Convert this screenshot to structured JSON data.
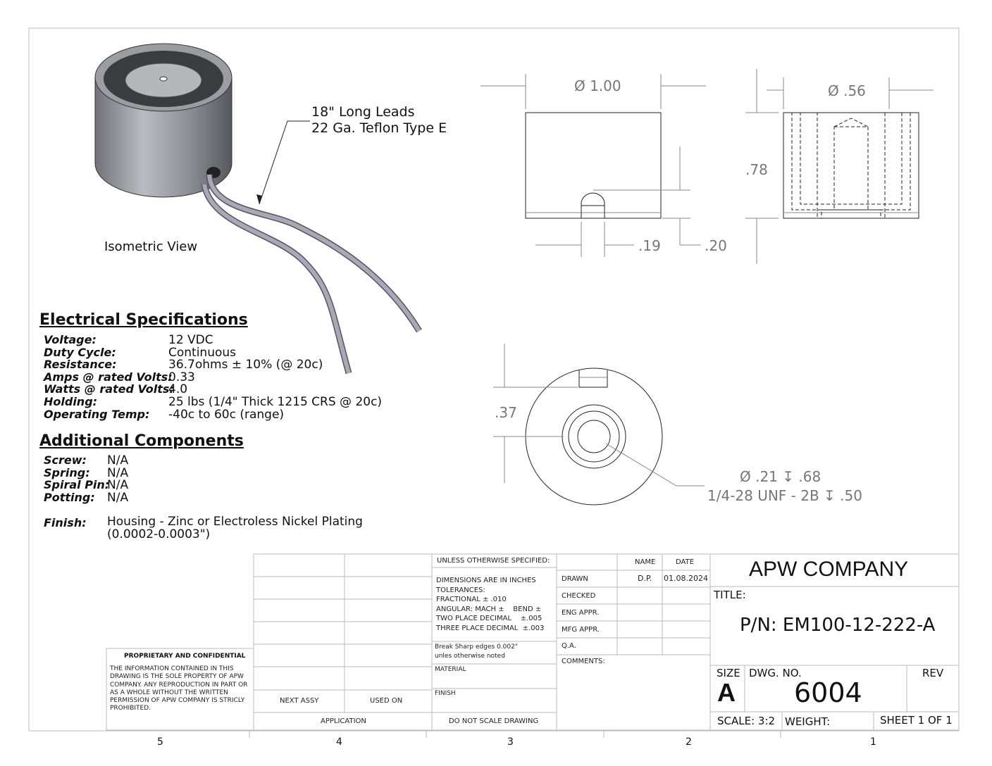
{
  "isometric": {
    "label": "Isometric View",
    "lead_note_1": "18\" Long Leads",
    "lead_note_2": "22 Ga. Teflon Type E"
  },
  "dimensions": {
    "diameter_outer": "Ø 1.00",
    "diameter_inner": "Ø .56",
    "height": ".78",
    "slot_width": ".19",
    "slot_height": ".20",
    "slot_depth": ".37",
    "hole_note_1": "Ø  .21 ↧ .68",
    "hole_note_2": "1/4-28 UNF - 2B ↧ .50"
  },
  "electrical": {
    "heading": "Electrical Specifications",
    "rows": [
      {
        "label": "Voltage:",
        "value": "12 VDC"
      },
      {
        "label": "Duty Cycle:",
        "value": "Continuous"
      },
      {
        "label": "Resistance:",
        "value": "36.7ohms ± 10% (@ 20c)"
      },
      {
        "label": "Amps @ rated Volts:",
        "value": "0.33"
      },
      {
        "label": "Watts @ rated Volts:",
        "value": "4.0"
      },
      {
        "label": "Holding:",
        "value": "25 lbs (1/4\" Thick 1215 CRS @ 20c)"
      },
      {
        "label": "Operating Temp:",
        "value": "-40c to 60c (range)"
      }
    ]
  },
  "additional": {
    "heading": "Additional Components",
    "rows": [
      {
        "label": "Screw:",
        "value": "N/A"
      },
      {
        "label": "Spring:",
        "value": "N/A"
      },
      {
        "label": "Spiral Pin:",
        "value": "N/A"
      },
      {
        "label": "Potting:",
        "value": "N/A"
      }
    ],
    "finish_label": "Finish:",
    "finish_1": "Housing - Zinc or Electroless Nickel Plating",
    "finish_2": "(0.0002-0.0003\")"
  },
  "title_block": {
    "proprietary_title": "PROPRIETARY AND CONFIDENTIAL",
    "proprietary_text": "THE INFORMATION CONTAINED IN THIS DRAWING IS THE SOLE PROPERTY OF APW COMPANY.  ANY REPRODUCTION IN PART OR AS A WHOLE WITHOUT THE WRITTEN PERMISSION OF APW COMPANY IS STRICLY PROHIBITED.",
    "next_assy": "NEXT ASSY",
    "used_on": "USED ON",
    "application": "APPLICATION",
    "unless": "UNLESS OTHERWISE SPECIFIED:",
    "tolerances": [
      "DIMENSIONS ARE IN INCHES",
      "TOLERANCES:",
      "FRACTIONAL ± .010",
      "ANGULAR: MACH ±    BEND ±",
      "TWO PLACE DECIMAL    ±.005",
      "THREE PLACE DECIMAL  ±.003"
    ],
    "break_edges": [
      "Break Sharp edges 0.002\"",
      "unles otherwise noted"
    ],
    "material": "MATERIAL",
    "finish": "FINISH",
    "do_not_scale": "DO NOT SCALE DRAWING",
    "name_hdr": "NAME",
    "date_hdr": "DATE",
    "drawn": "DRAWN",
    "drawn_name": "D.P.",
    "drawn_date": "01.08.2024",
    "checked": "CHECKED",
    "eng_appr": "ENG APPR.",
    "mfg_appr": "MFG APPR.",
    "qa": "Q.A.",
    "comments": "COMMENTS:",
    "company": "APW COMPANY",
    "title_label": "TITLE:",
    "part_number": "P/N: EM100-12-222-A",
    "size_label": "SIZE",
    "size": "A",
    "dwg_no_label": "DWG.  NO.",
    "dwg_no": "6004",
    "rev_label": "REV",
    "scale": "SCALE: 3:2",
    "weight": "WEIGHT:",
    "sheet": "SHEET 1 OF 1"
  },
  "zones": [
    "5",
    "4",
    "3",
    "2",
    "1"
  ]
}
